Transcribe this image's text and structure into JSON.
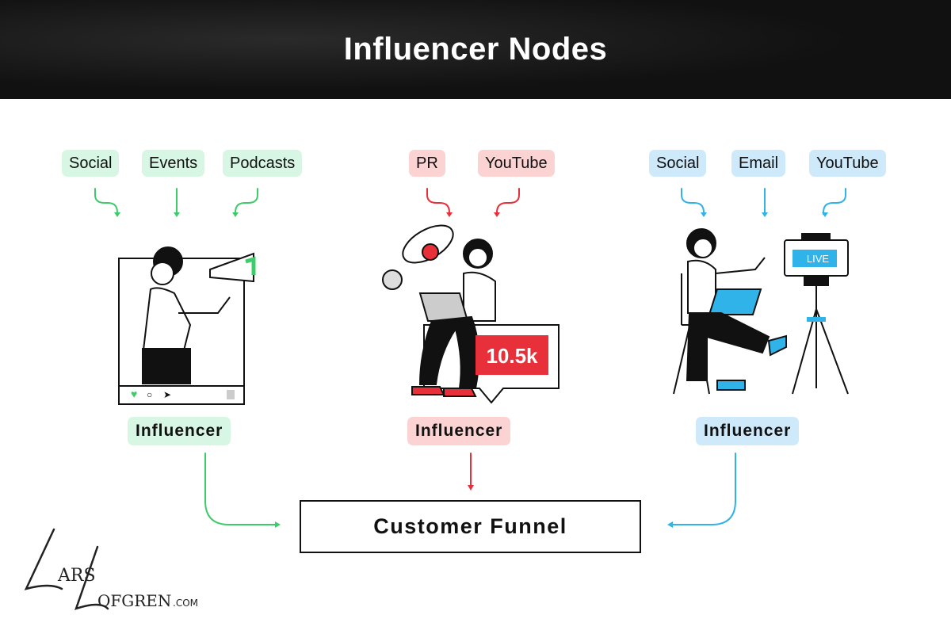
{
  "title": "Influencer Nodes",
  "nodes": [
    {
      "color": "#3dcc6a",
      "channels": [
        "Social",
        "Events",
        "Podcasts"
      ],
      "label": "Influencer"
    },
    {
      "color": "#e8303a",
      "channels": [
        "PR",
        "YouTube"
      ],
      "label": "Influencer",
      "badge": "10.5k"
    },
    {
      "color": "#2fb3e8",
      "channels": [
        "Social",
        "Email",
        "YouTube"
      ],
      "label": "Influencer",
      "badge": "LIVE"
    }
  ],
  "target": "Customer Funnel",
  "logo": {
    "text": "LARS LOFGREN.COM"
  }
}
